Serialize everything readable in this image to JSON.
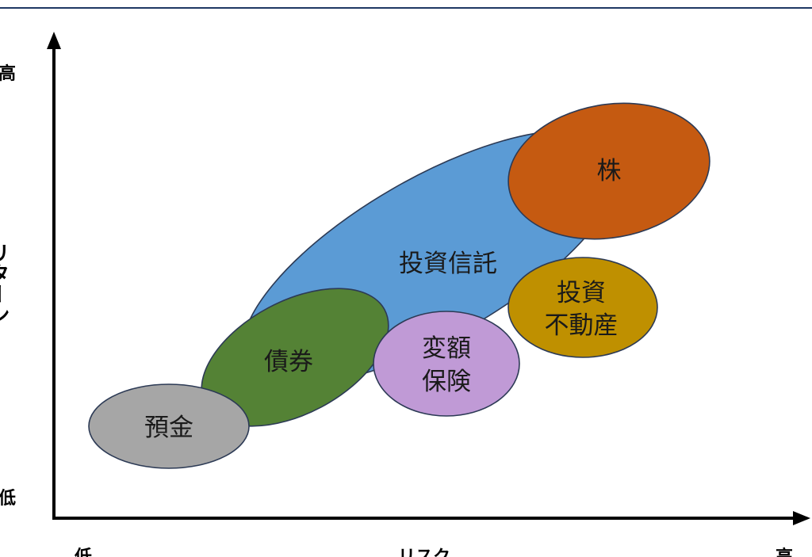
{
  "axes": {
    "y_high": "高",
    "y_title": "リターン",
    "y_low": "低",
    "x_low": "低",
    "x_title": "リスク",
    "x_high": "高"
  },
  "categories": [
    {
      "id": "investment-trust",
      "lines": [
        "投資信託"
      ],
      "color": "#5b9bd5"
    },
    {
      "id": "stocks",
      "lines": [
        "株"
      ],
      "color": "#c55a11"
    },
    {
      "id": "reit",
      "lines": [
        "投資",
        "不動産"
      ],
      "color": "#bf9000"
    },
    {
      "id": "bonds",
      "lines": [
        "債券"
      ],
      "color": "#548235"
    },
    {
      "id": "variable-insurance",
      "lines": [
        "変額",
        "保険"
      ],
      "color": "#c09ad6"
    },
    {
      "id": "deposits",
      "lines": [
        "預金"
      ],
      "color": "#a6a6a6"
    }
  ],
  "colors": {
    "axis": "#000000",
    "top_rule": "#1f3864",
    "outline": "#2c3a55"
  }
}
